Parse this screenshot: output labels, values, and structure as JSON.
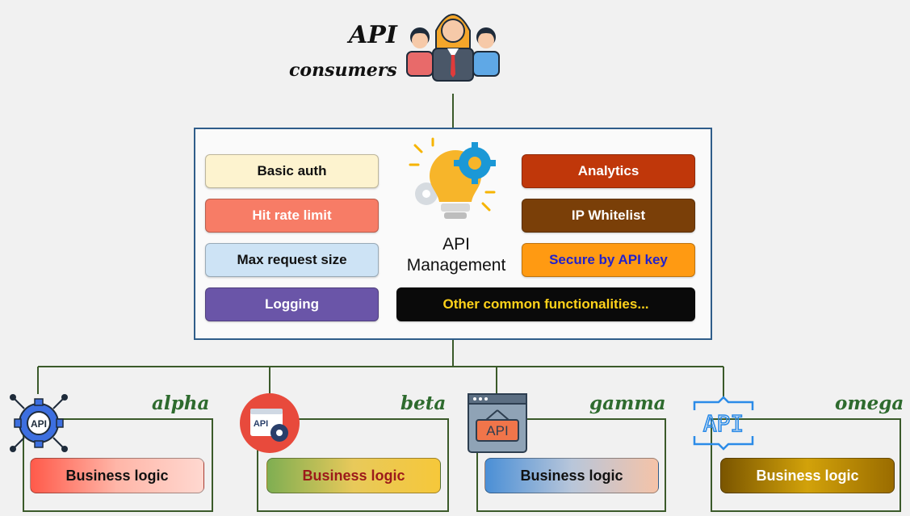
{
  "consumers": {
    "api_label": "API",
    "label": "consumers"
  },
  "api_management": {
    "title_line1": "API",
    "title_line2": "Management",
    "left_features": [
      {
        "label": "Basic auth",
        "bg": "#fdf3cf",
        "color": "#111111"
      },
      {
        "label": "Hit rate limit",
        "bg": "#f77c66",
        "color": "#ffffff"
      },
      {
        "label": "Max request size",
        "bg": "#cde3f5",
        "color": "#111111"
      },
      {
        "label": "Logging",
        "bg": "#6a55a8",
        "color": "#ffffff"
      }
    ],
    "right_features": [
      {
        "label": "Analytics",
        "bg": "#c0370a",
        "color": "#ffffff"
      },
      {
        "label": "IP Whitelist",
        "bg": "#7a3f08",
        "color": "#ffffff"
      },
      {
        "label": "Secure by API key",
        "bg": "#ff9a12",
        "color": "#2222cc"
      }
    ],
    "wide_feature": {
      "label": "Other common functionalities...",
      "bg": "#0a0a0a",
      "color": "#ffd21a"
    }
  },
  "services": [
    {
      "name": "alpha",
      "business_logic": "Business logic",
      "icon": "api-gear-icon",
      "text_color": "#111111"
    },
    {
      "name": "beta",
      "business_logic": "Business logic",
      "icon": "api-window-gear-icon",
      "text_color": "#9c1a1a"
    },
    {
      "name": "gamma",
      "business_logic": "Business logic",
      "icon": "api-browser-icon",
      "text_color": "#111111"
    },
    {
      "name": "omega",
      "business_logic": "Business logic",
      "icon": "api-bracket-icon",
      "text_color": "#ffffff"
    }
  ],
  "colors": {
    "connector": "#3b5a2a",
    "apim_border": "#2f5d8a",
    "service_name": "#2e6b2e"
  }
}
